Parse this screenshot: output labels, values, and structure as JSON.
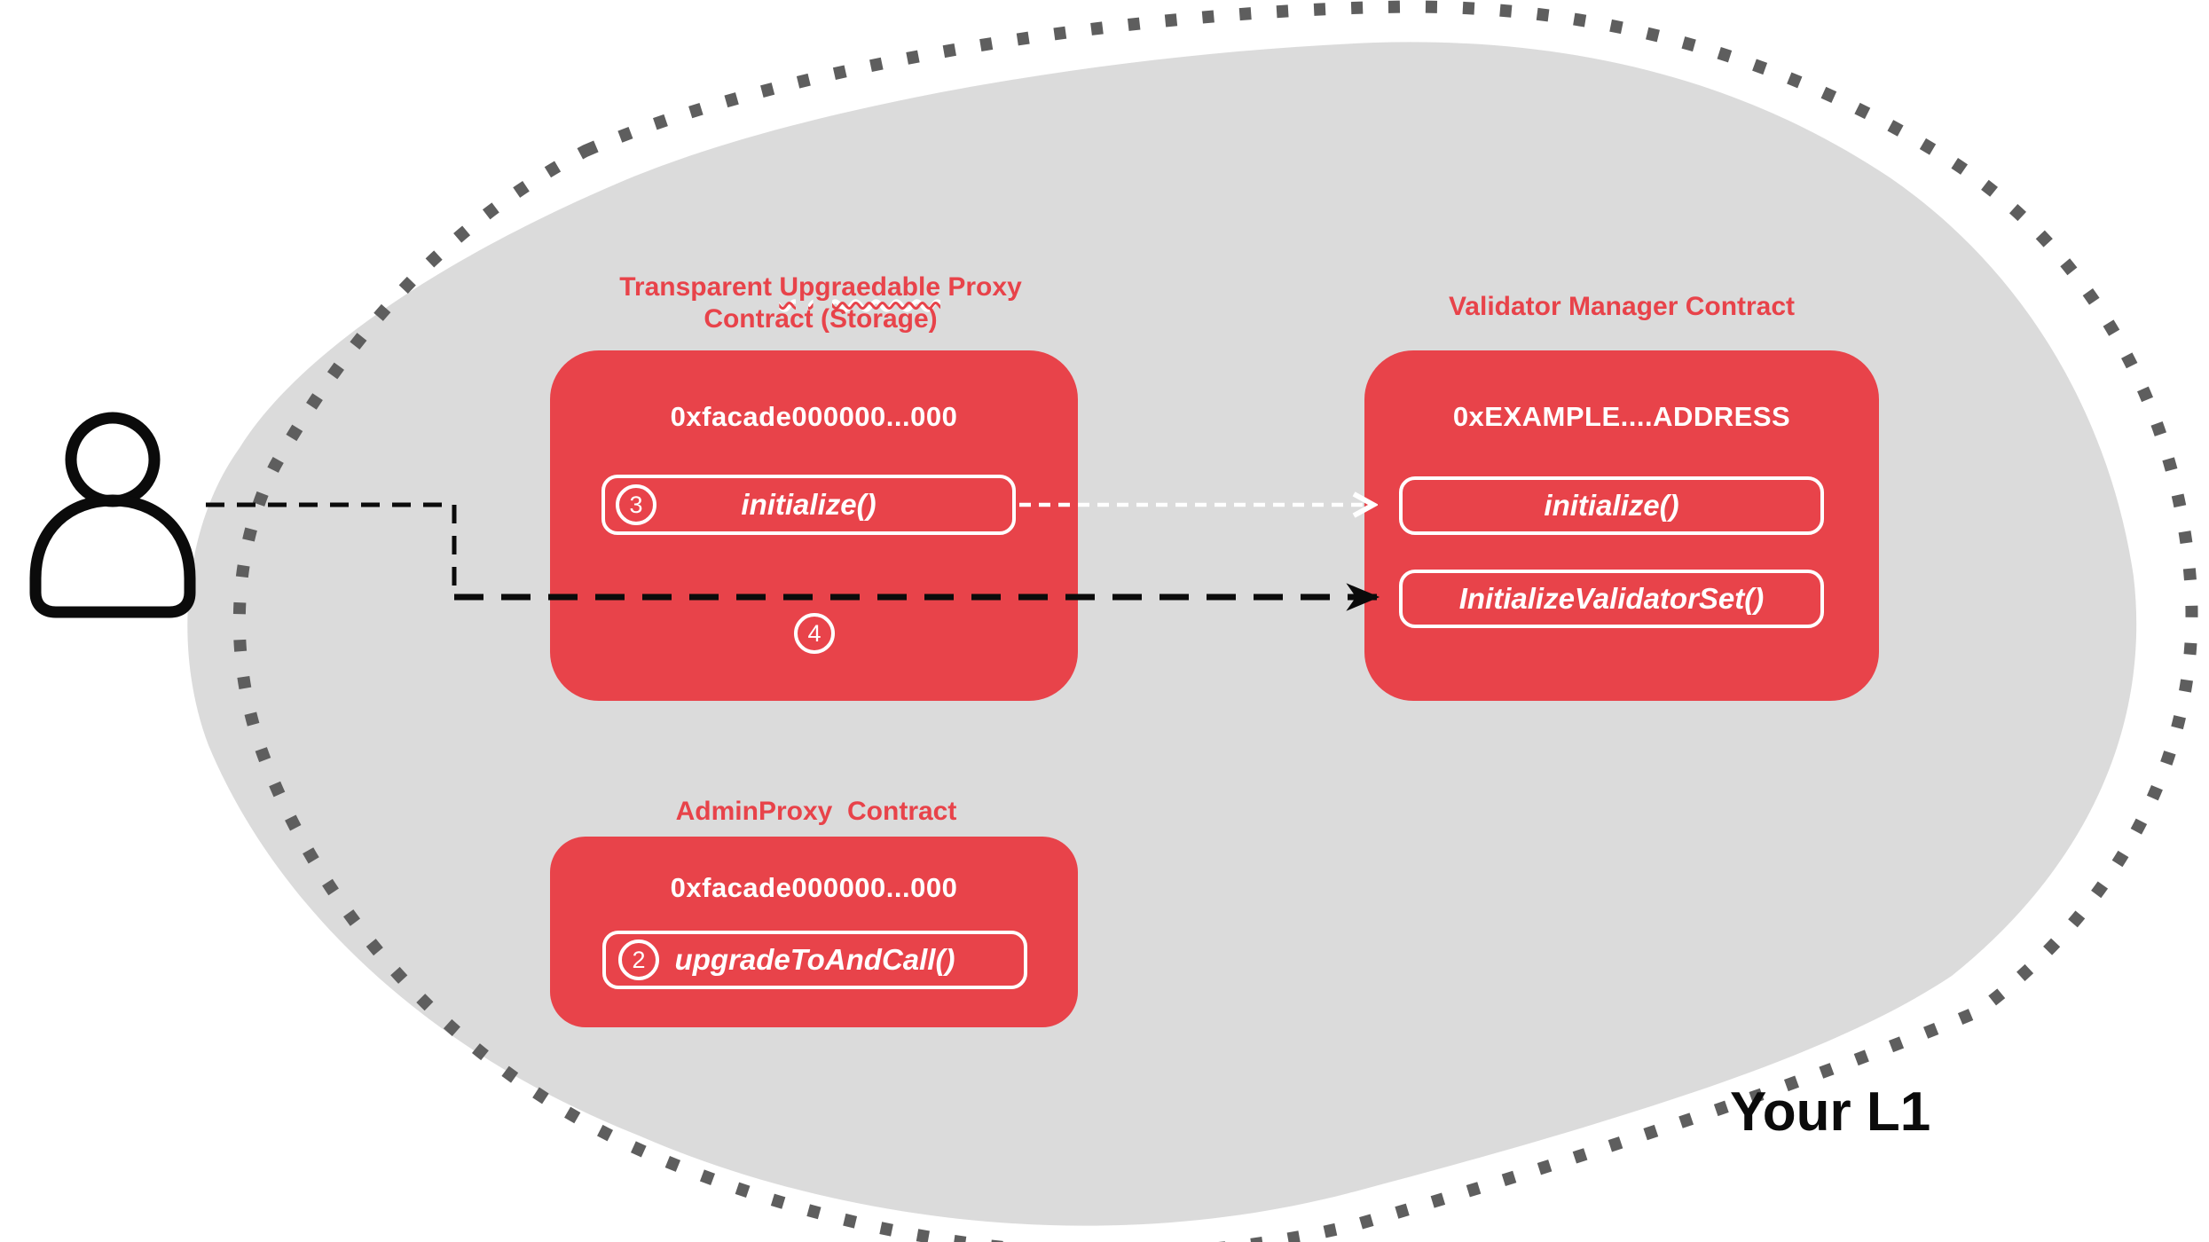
{
  "region": {
    "label": "Your L1"
  },
  "boxes": {
    "proxy": {
      "title_parts": [
        "Transparent",
        "Upgraedable",
        "Proxy"
      ],
      "title_line2": "Contract (Storage)",
      "address": "0xfacade000000...000",
      "method": {
        "step": "3",
        "label": "initialize()"
      },
      "step_after": "4"
    },
    "validator": {
      "title": "Validator Manager Contract",
      "address": "0xEXAMPLE....ADDRESS",
      "methods": [
        {
          "label": "initialize()"
        },
        {
          "label": "InitializeValidatorSet()"
        }
      ]
    },
    "admin": {
      "title": "AdminProxy  Contract",
      "address": "0xfacade000000...000",
      "method": {
        "step": "2",
        "label": "upgradeToAndCall()"
      }
    }
  },
  "icons": {
    "actor": "person-icon",
    "arrow_black": "black-dashed-arrow",
    "arrow_white": "white-dashed-arrow"
  },
  "colors": {
    "red": "#E8434A",
    "blob_fill": "#DBDBDB",
    "dotted_border": "#5E5E5E",
    "black": "#0B0B0B",
    "white": "#FFFFFF"
  }
}
